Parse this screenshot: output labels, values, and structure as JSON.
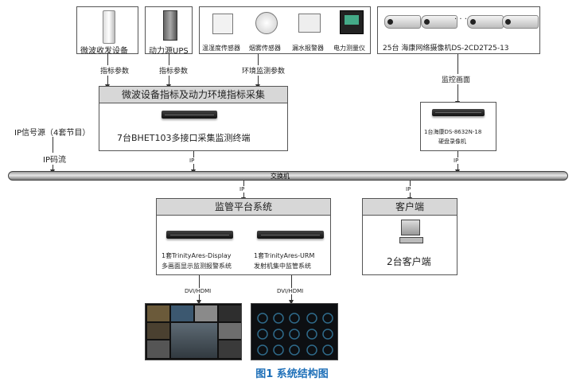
{
  "devices_top": {
    "microwave_label": "微波收发设备",
    "ups_label": "动力源UPS",
    "temp_humidity_label": "温湿度传感器",
    "smoke_label": "烟雾传感器",
    "water_label": "漏水报警器",
    "power_meter_label": "电力测量仪",
    "cameras_label": "25台 海康网络摄像机DS-2CD2T25-13",
    "cameras_ellipsis": "· · ·"
  },
  "arrows": {
    "index_params_1": "指标参数",
    "index_params_2": "指标参数",
    "env_params": "环境监测参数",
    "monitor_picture": "监控画面",
    "ip_signal_source": "IP信号源（4套节目）",
    "ip_stream": "IP码流",
    "ip": "IP",
    "dvi_hdmi": "DVI/HDMI"
  },
  "collector": {
    "title": "微波设备指标及动力环境指标采集",
    "desc": "7台BHET103多接口采集监测终端"
  },
  "nvr": {
    "line1": "1台海康DS-8632N-18",
    "line2": "硬盘录像机"
  },
  "bus": {
    "label": "交换机"
  },
  "platform": {
    "title": "监管平台系统",
    "server1_line1": "1套TrinityAres-Display",
    "server1_line2": "多画面显示监测报警系统",
    "server2_line1": "1套TrinityAres-URM",
    "server2_line2": "发射机集中监管系统"
  },
  "client": {
    "title": "客户端",
    "desc": "2台客户端"
  },
  "caption": "图1 系统结构图"
}
